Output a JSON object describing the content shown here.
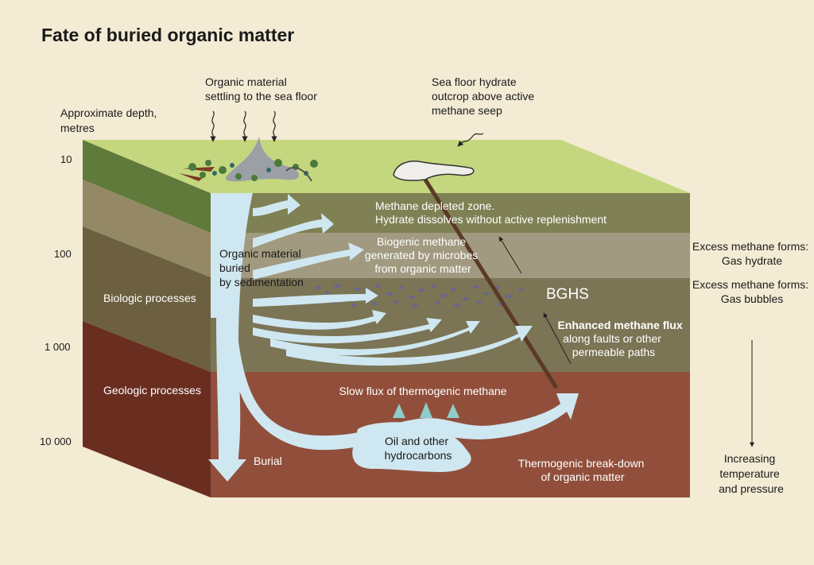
{
  "title": "Fate of buried organic matter",
  "depth_axis": {
    "caption_line1": "Approximate depth,",
    "caption_line2": "metres",
    "ticks": [
      "10",
      "100",
      "1 000",
      "10 000"
    ]
  },
  "side_labels": {
    "biologic": "Biologic processes",
    "geologic": "Geologic processes"
  },
  "top_callouts": {
    "organic_line1": "Organic material",
    "organic_line2": "settling to the sea floor",
    "hydrate_line1": "Sea floor hydrate",
    "hydrate_line2": "outcrop above active",
    "hydrate_line3": "methane seep"
  },
  "zones": {
    "depleted_line1": "Methane depleted zone.",
    "depleted_line2": "Hydrate dissolves without active replenishment",
    "biogenic_line1": "Biogenic methane",
    "biogenic_line2": "generated by microbes",
    "biogenic_line3": "from organic matter",
    "bghs": "BGHS",
    "enhanced_line1": "Enhanced methane flux",
    "enhanced_line2": "along faults or other",
    "enhanced_line3": "permeable paths",
    "buried_line1": "Organic material",
    "buried_line2": "buried",
    "buried_line3": "by sedimentation",
    "slow_flux": "Slow flux of thermogenic methane",
    "oil_line1": "Oil and other",
    "oil_line2": "hydrocarbons",
    "burial": "Burial",
    "thermo_line1": "Thermogenic break-down",
    "thermo_line2": "of organic matter"
  },
  "right_labels": {
    "hydrate_line1": "Excess methane forms:",
    "hydrate_line2": "Gas hydrate",
    "bubbles_line1": "Excess methane forms:",
    "bubbles_line2": "Gas bubbles",
    "increase_line1": "Increasing",
    "increase_line2": "temperature",
    "increase_line3": "and pressure"
  },
  "colors": {
    "background": "#f3ebd4",
    "seafloor": "#c5d77e",
    "layer_depleted": "#7f8154",
    "layer_hydrate": "#a19a80",
    "layer_bubbles": "#7b7455",
    "layer_geologic": "#914f3b",
    "flow": "#cfe7f0",
    "flux_triangle": "#8ecdc9",
    "text_dark": "#1a1a1a",
    "text_light": "#ffffff"
  }
}
